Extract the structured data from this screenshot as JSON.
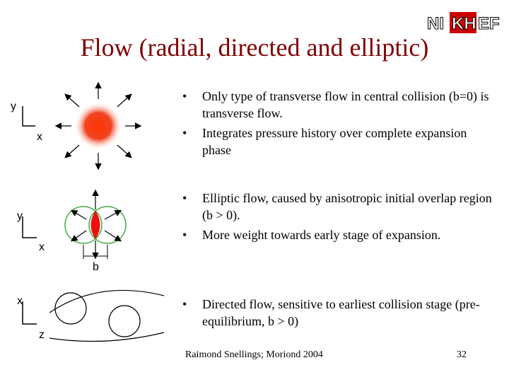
{
  "slide": {
    "title": "Flow (radial, directed and elliptic)",
    "logo_text": {
      "left": "NI",
      "mid": "KH",
      "right": "EF"
    },
    "figures": {
      "radial": {
        "y_label": "y",
        "x_label": "x"
      },
      "elliptic": {
        "y_label": "y",
        "x_label": "x",
        "b_label": "b"
      },
      "directed": {
        "x_label": "x",
        "z_label": "z"
      }
    },
    "sections": [
      {
        "bullets": [
          "Only type of transverse flow in central collision (b=0) is transverse flow.",
          "Integrates pressure history over complete expansion phase"
        ]
      },
      {
        "bullets": [
          "Elliptic flow, caused by anisotropic initial overlap region (b > 0).",
          "More weight towards early stage of expansion."
        ]
      },
      {
        "bullets": [
          "Directed flow, sensitive to earliest collision stage (pre-equilibrium, b > 0)"
        ]
      }
    ],
    "footer": "Raimond Snellings; Moriond 2004",
    "page_number": "32"
  },
  "colors": {
    "title": "#800000",
    "logo_red": "#cc0000",
    "ellipse_fill": "#ee1111",
    "circle_green": "#44aa44"
  }
}
